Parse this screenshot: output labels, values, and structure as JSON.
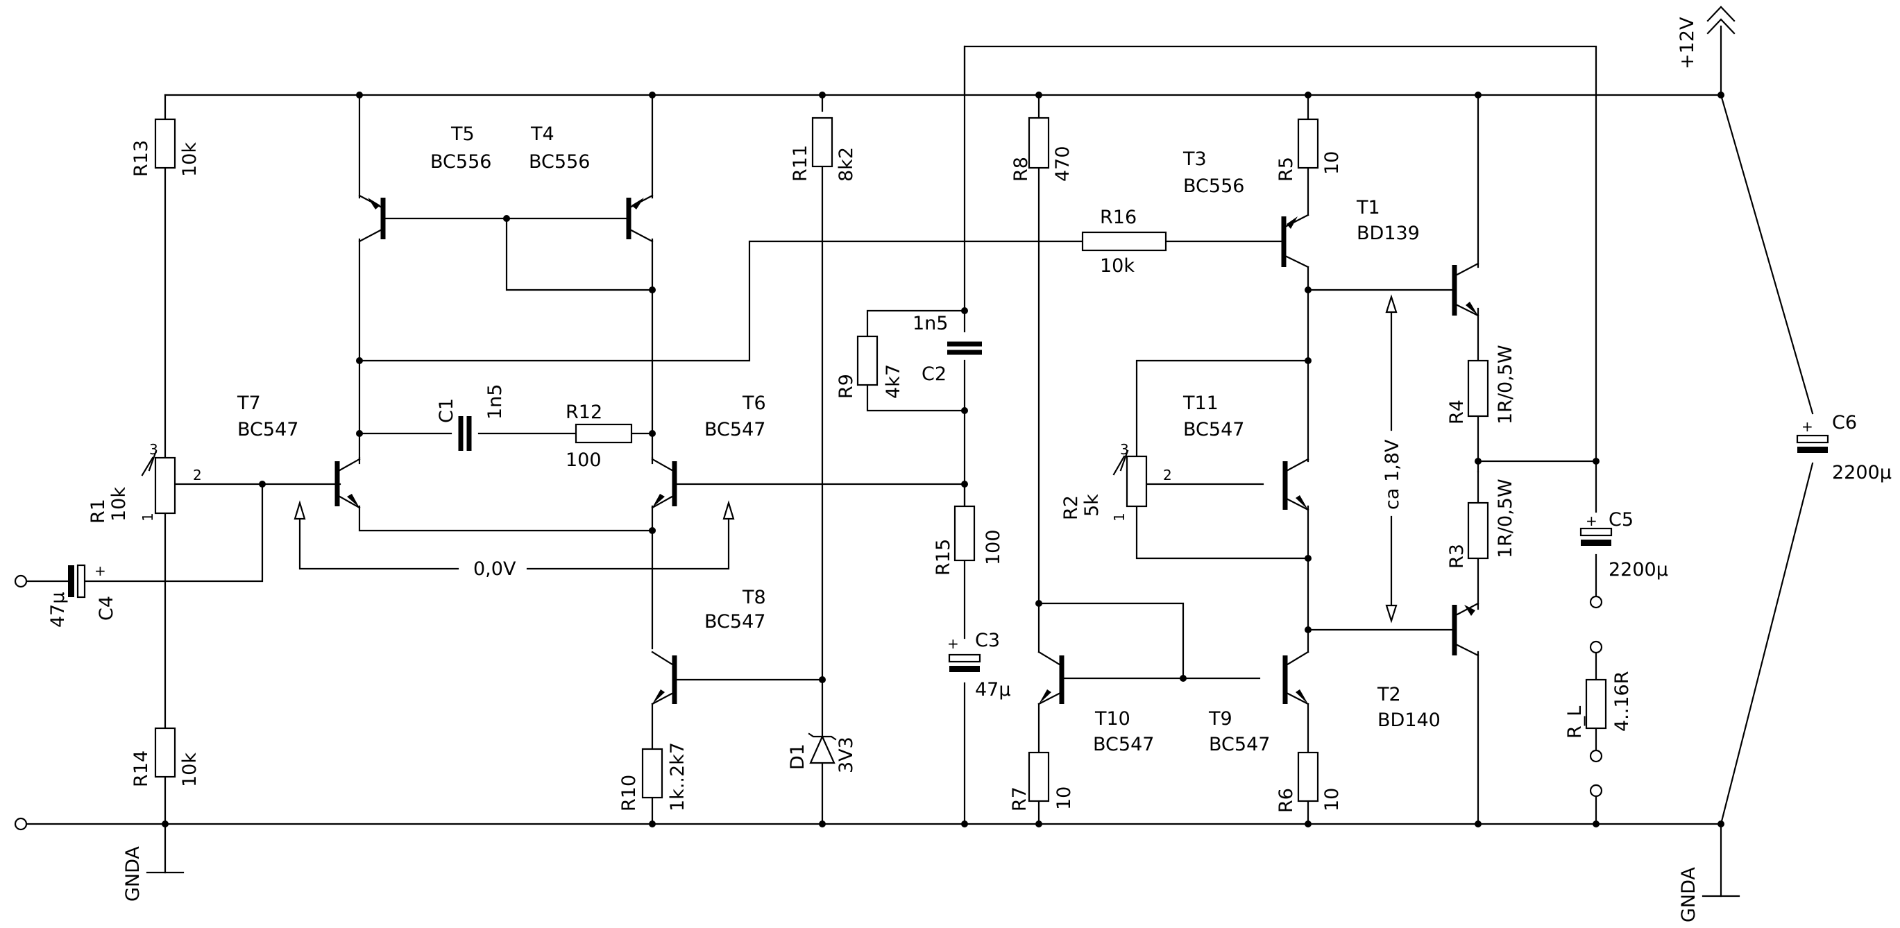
{
  "supply": {
    "vcc": "+12V",
    "gnd_left": "GNDA",
    "gnd_right": "GNDA"
  },
  "transistors": {
    "T1": {
      "ref": "T1",
      "type": "BD139"
    },
    "T2": {
      "ref": "T2",
      "type": "BD140"
    },
    "T3": {
      "ref": "T3",
      "type": "BC556"
    },
    "T4": {
      "ref": "T4",
      "type": "BC556"
    },
    "T5": {
      "ref": "T5",
      "type": "BC556"
    },
    "T6": {
      "ref": "T6",
      "type": "BC547"
    },
    "T7": {
      "ref": "T7",
      "type": "BC547"
    },
    "T8": {
      "ref": "T8",
      "type": "BC547"
    },
    "T9": {
      "ref": "T9",
      "type": "BC547"
    },
    "T10": {
      "ref": "T10",
      "type": "BC547"
    },
    "T11": {
      "ref": "T11",
      "type": "BC547"
    }
  },
  "resistors": {
    "R1": {
      "ref": "R1",
      "value": "10k"
    },
    "R2": {
      "ref": "R2",
      "value": "5k"
    },
    "R3": {
      "ref": "R3",
      "value": "1R/0,5W"
    },
    "R4": {
      "ref": "R4",
      "value": "1R/0,5W"
    },
    "R5": {
      "ref": "R5",
      "value": "10"
    },
    "R6": {
      "ref": "R6",
      "value": "10"
    },
    "R7": {
      "ref": "R7",
      "value": "10"
    },
    "R8": {
      "ref": "R8",
      "value": "470"
    },
    "R9": {
      "ref": "R9",
      "value": "4k7"
    },
    "R10": {
      "ref": "R10",
      "value": "1k..2k7"
    },
    "R11": {
      "ref": "R11",
      "value": "8k2"
    },
    "R12": {
      "ref": "R12",
      "value": "100"
    },
    "R13": {
      "ref": "R13",
      "value": "10k"
    },
    "R14": {
      "ref": "R14",
      "value": "10k"
    },
    "R15": {
      "ref": "R15",
      "value": "100"
    },
    "R16": {
      "ref": "R16",
      "value": "10k"
    },
    "RL": {
      "ref": "R_L",
      "value": "4..16R"
    }
  },
  "capacitors": {
    "C1": {
      "ref": "C1",
      "value": "1n5"
    },
    "C2": {
      "ref": "C2",
      "value": "1n5"
    },
    "C3": {
      "ref": "C3",
      "value": "47µ"
    },
    "C4": {
      "ref": "C4",
      "value": "47µ"
    },
    "C5": {
      "ref": "C5",
      "value": "2200µ"
    },
    "C6": {
      "ref": "C6",
      "value": "2200µ"
    }
  },
  "diodes": {
    "D1": {
      "ref": "D1",
      "value": "3V3"
    }
  },
  "pot_pins": {
    "one": "1",
    "two": "2",
    "three": "3"
  },
  "polarity": {
    "plus": "+"
  },
  "annotations": {
    "input_offset": "0,0V",
    "bias_voltage": "ca 1,8V"
  }
}
